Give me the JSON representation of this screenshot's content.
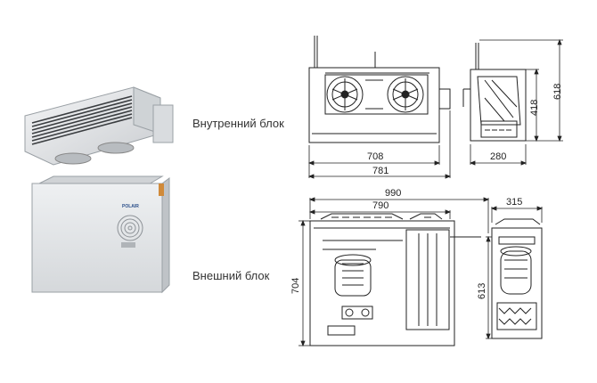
{
  "labels": {
    "indoor_unit": "Внутренний блок",
    "outdoor_unit": "Внешний блок"
  },
  "brand": "POLAIR",
  "dimensions": {
    "indoor_body_width": "708",
    "indoor_total_width": "781",
    "indoor_body_height": "418",
    "indoor_total_height": "618",
    "indoor_depth": "280",
    "outdoor_total_width": "990",
    "outdoor_body_width": "790",
    "outdoor_height": "704",
    "outdoor_side_height": "613",
    "outdoor_depth": "315"
  },
  "colors": {
    "line": "#222222",
    "unit_body": "#e6e8ea",
    "fins": "#3a3d40"
  }
}
